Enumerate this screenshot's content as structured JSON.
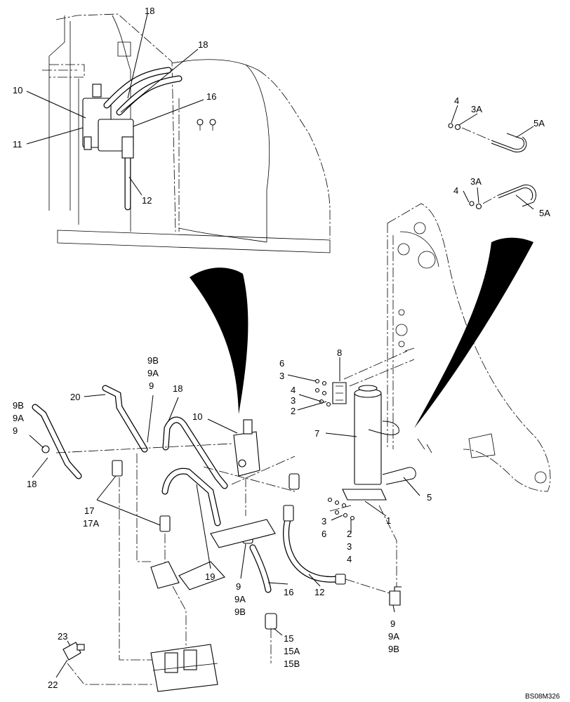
{
  "drawing_id": "BS08M326",
  "callouts": [
    {
      "key": "c18a",
      "text": "18"
    },
    {
      "key": "c18b",
      "text": "18"
    },
    {
      "key": "c10a",
      "text": "10"
    },
    {
      "key": "c16a",
      "text": "16"
    },
    {
      "key": "c11",
      "text": "11"
    },
    {
      "key": "c12a",
      "text": "12"
    },
    {
      "key": "c4a",
      "text": "4"
    },
    {
      "key": "c3Aa",
      "text": "3A"
    },
    {
      "key": "c5Aa",
      "text": "5A"
    },
    {
      "key": "c3Ab",
      "text": "3A"
    },
    {
      "key": "c4b",
      "text": "4"
    },
    {
      "key": "c5Ab",
      "text": "5A"
    },
    {
      "key": "c8",
      "text": "8"
    },
    {
      "key": "c6a",
      "text": "6"
    },
    {
      "key": "c3a",
      "text": "3"
    },
    {
      "key": "c4c",
      "text": "4"
    },
    {
      "key": "c3b",
      "text": "3"
    },
    {
      "key": "c2a",
      "text": "2"
    },
    {
      "key": "c7",
      "text": "7"
    },
    {
      "key": "c5",
      "text": "5"
    },
    {
      "key": "c1",
      "text": "1"
    },
    {
      "key": "c3c",
      "text": "3"
    },
    {
      "key": "c6b",
      "text": "6"
    },
    {
      "key": "c2b",
      "text": "2"
    },
    {
      "key": "c3d",
      "text": "3"
    },
    {
      "key": "c4d",
      "text": "4"
    },
    {
      "key": "c9Ba",
      "text": "9B"
    },
    {
      "key": "c9Aa",
      "text": "9A"
    },
    {
      "key": "c9a",
      "text": "9"
    },
    {
      "key": "c20",
      "text": "20"
    },
    {
      "key": "c9Bb",
      "text": "9B"
    },
    {
      "key": "c9Ab",
      "text": "9A"
    },
    {
      "key": "c9b",
      "text": "9"
    },
    {
      "key": "c18c",
      "text": "18"
    },
    {
      "key": "c10b",
      "text": "10"
    },
    {
      "key": "c18d",
      "text": "18"
    },
    {
      "key": "c17",
      "text": "17"
    },
    {
      "key": "c17A",
      "text": "17A"
    },
    {
      "key": "c19",
      "text": "19"
    },
    {
      "key": "c9c",
      "text": "9"
    },
    {
      "key": "c9Ac",
      "text": "9A"
    },
    {
      "key": "c9Bc",
      "text": "9B"
    },
    {
      "key": "c16b",
      "text": "16"
    },
    {
      "key": "c12b",
      "text": "12"
    },
    {
      "key": "c9d",
      "text": "9"
    },
    {
      "key": "c9Ad",
      "text": "9A"
    },
    {
      "key": "c9Bd",
      "text": "9B"
    },
    {
      "key": "c15",
      "text": "15"
    },
    {
      "key": "c15A",
      "text": "15A"
    },
    {
      "key": "c15B",
      "text": "15B"
    },
    {
      "key": "c23",
      "text": "23"
    },
    {
      "key": "c22",
      "text": "22"
    }
  ]
}
